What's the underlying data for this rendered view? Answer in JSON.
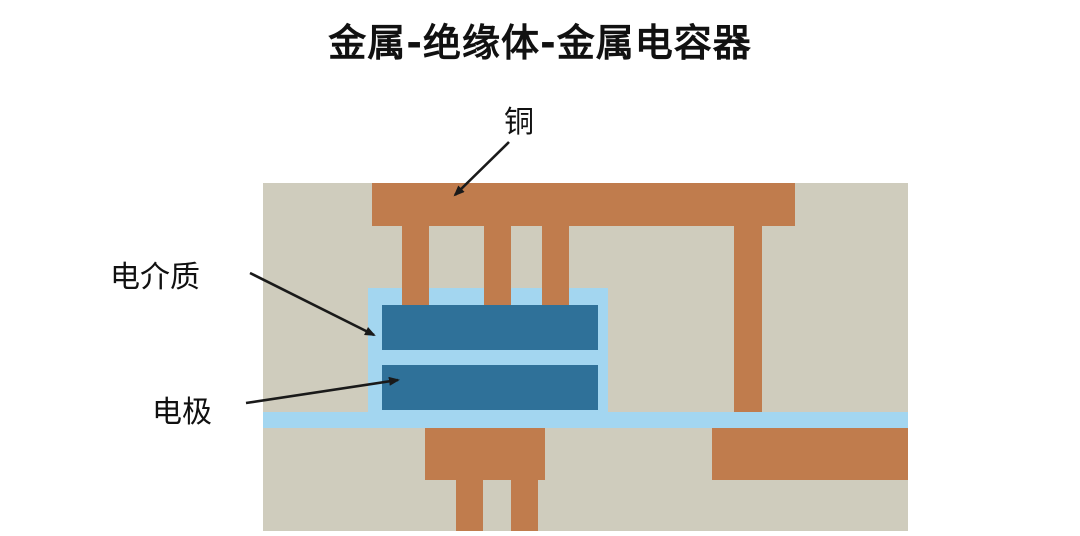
{
  "title": "金属-绝缘体-金属电容器",
  "labels": {
    "copper": "铜",
    "dielectric": "电介质",
    "electrode": "电极"
  },
  "colors": {
    "page_background": "#ffffff",
    "substrate": "#cfccbd",
    "copper": "#c07c4d",
    "dielectric": "#a3d6f0",
    "electrode": "#2f7199",
    "text": "#111111",
    "arrow": "#1a1a1a"
  }
}
